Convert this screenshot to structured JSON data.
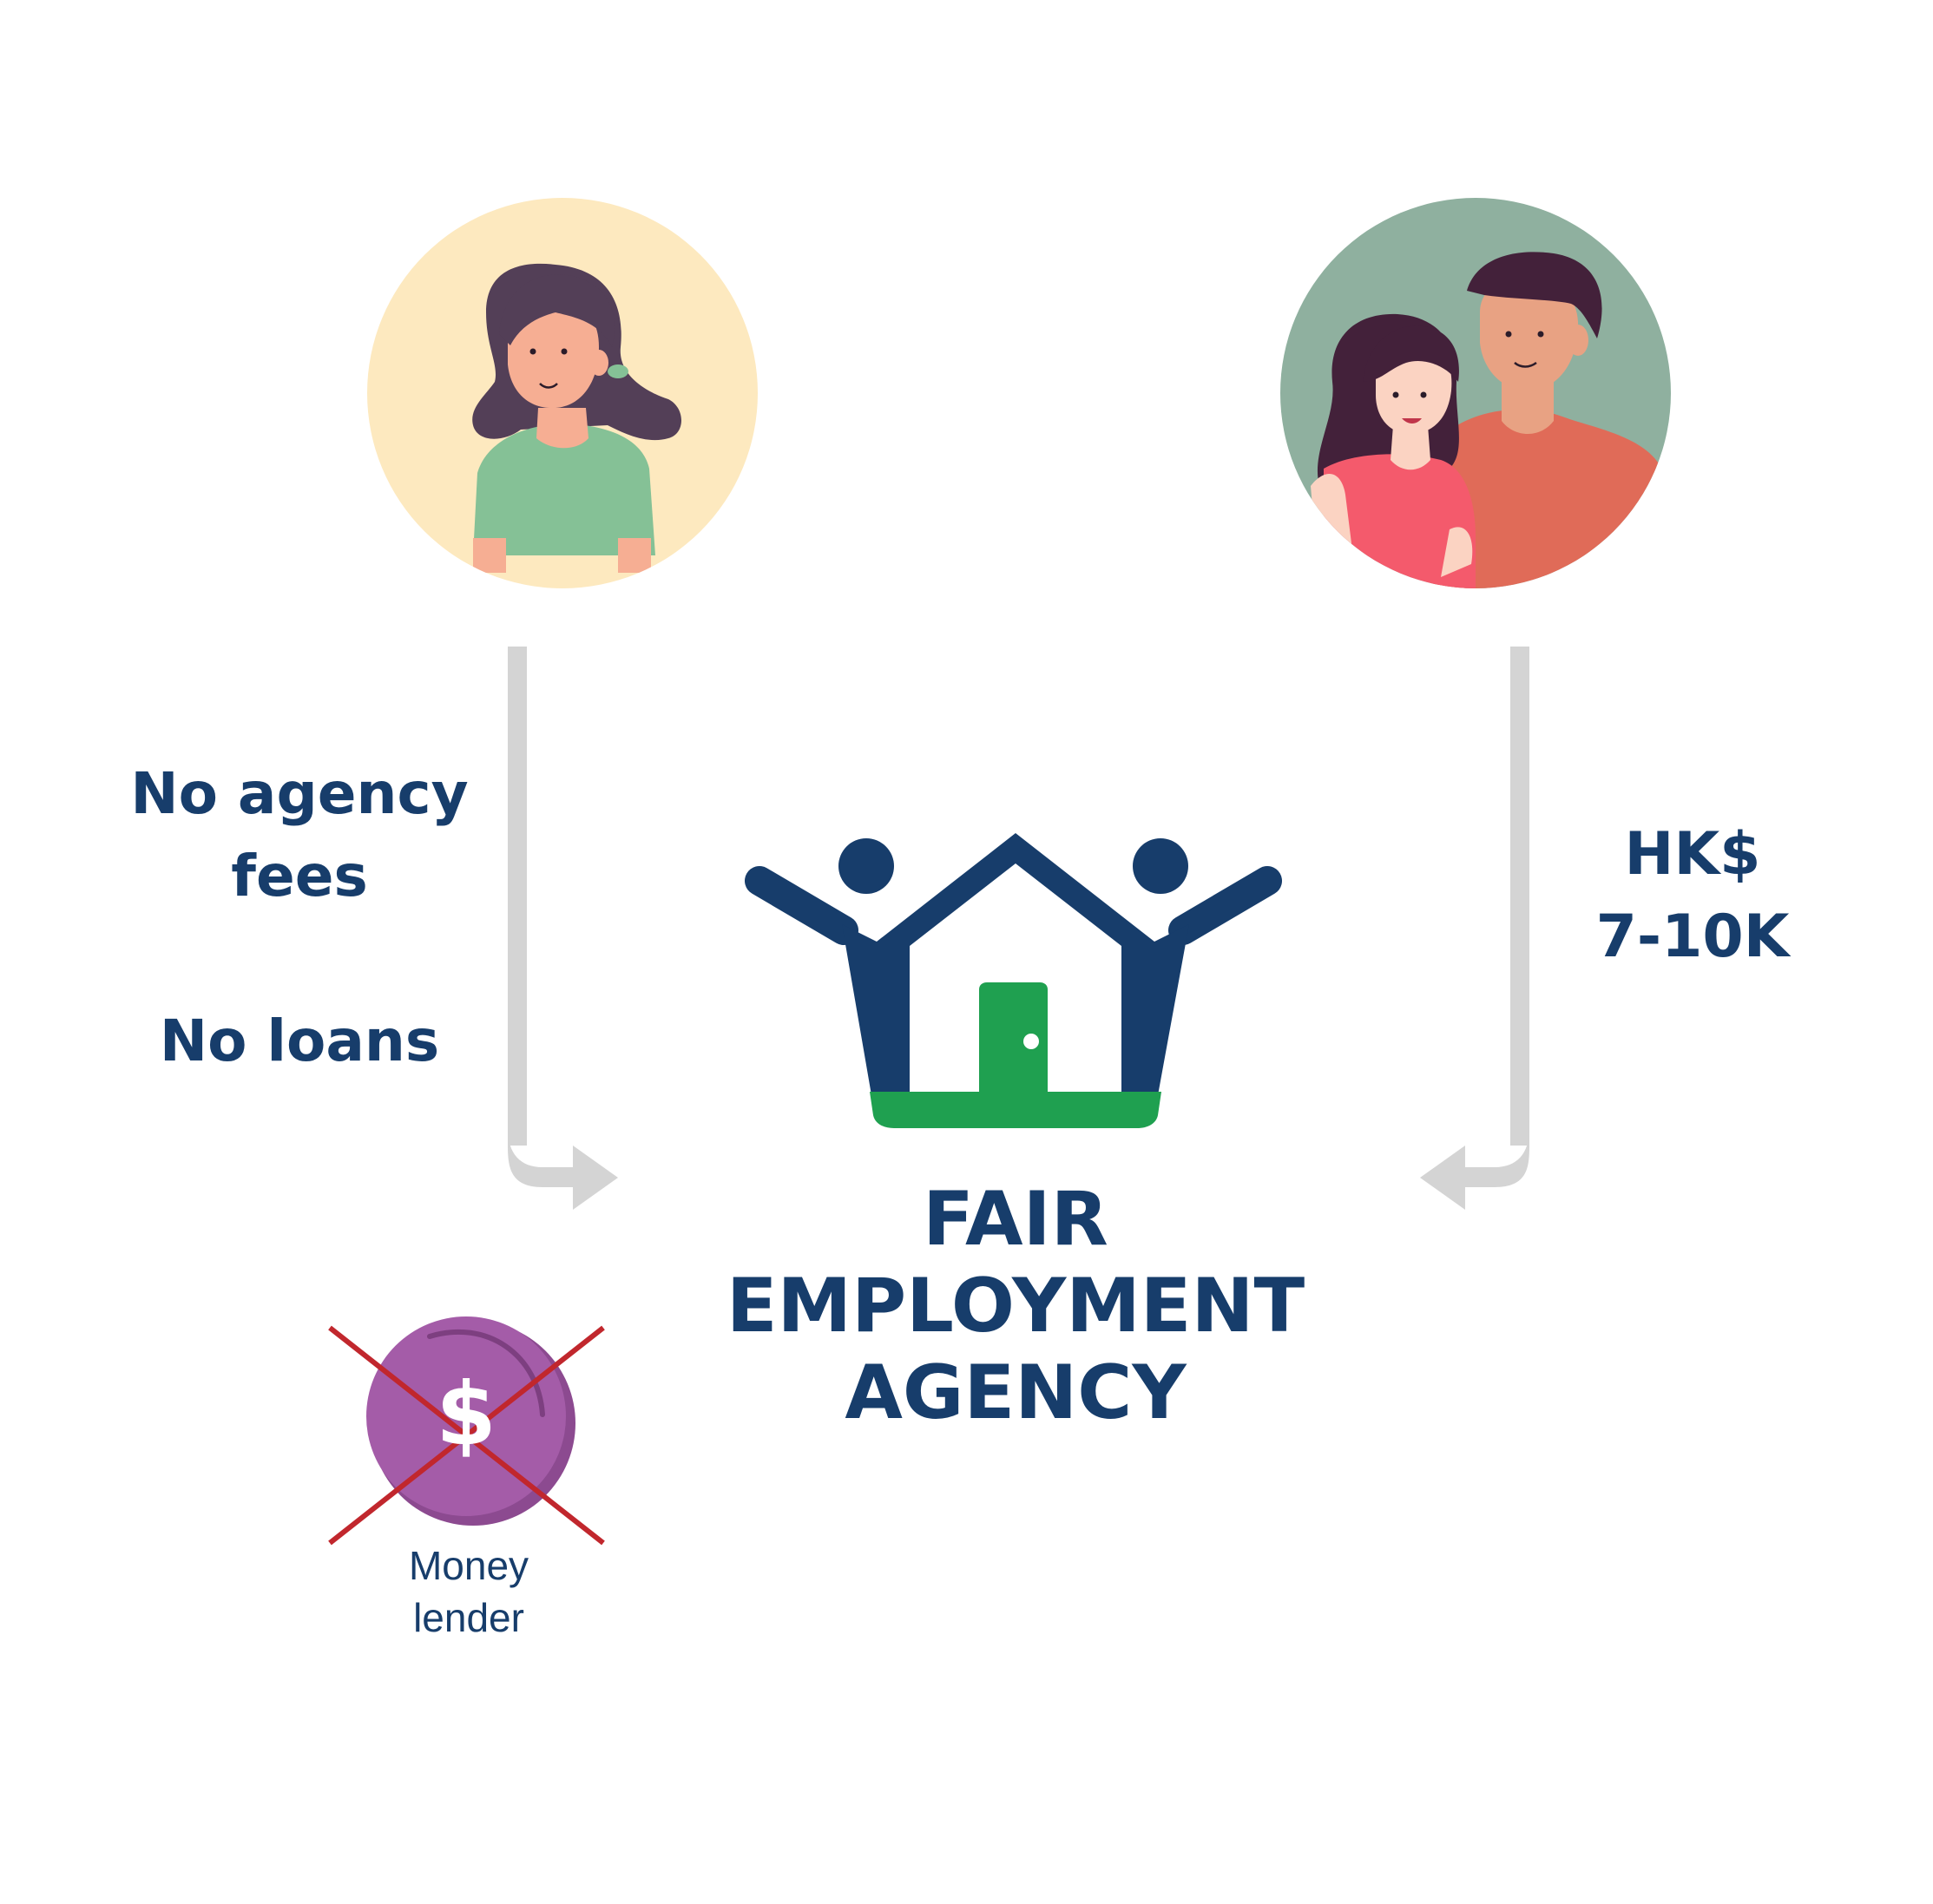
{
  "worker": {
    "lines": [
      "No agency",
      "fees",
      "No loans"
    ]
  },
  "employer": {
    "lines": [
      "HK$",
      "7-10K"
    ]
  },
  "agency": {
    "lines": [
      "FAIR",
      "EMPLOYMENT",
      "AGENCY"
    ]
  },
  "money_lender": {
    "lines": [
      "Money",
      "lender"
    ],
    "coin_symbol": "$",
    "status": "crossed-out"
  },
  "colors": {
    "navy": "#173d6b",
    "green": "#1fa050",
    "arrow_gray": "#d4d4d4",
    "worker_bg": "#fde9bf",
    "employer_bg": "#8fb09f",
    "coin_purple": "#a45ca8",
    "cross_red": "#c1272d"
  },
  "icons": [
    "worker-avatar-icon",
    "employer-couple-icon",
    "agency-house-logo-icon",
    "money-lender-coin-icon",
    "cross-mark-icon"
  ]
}
